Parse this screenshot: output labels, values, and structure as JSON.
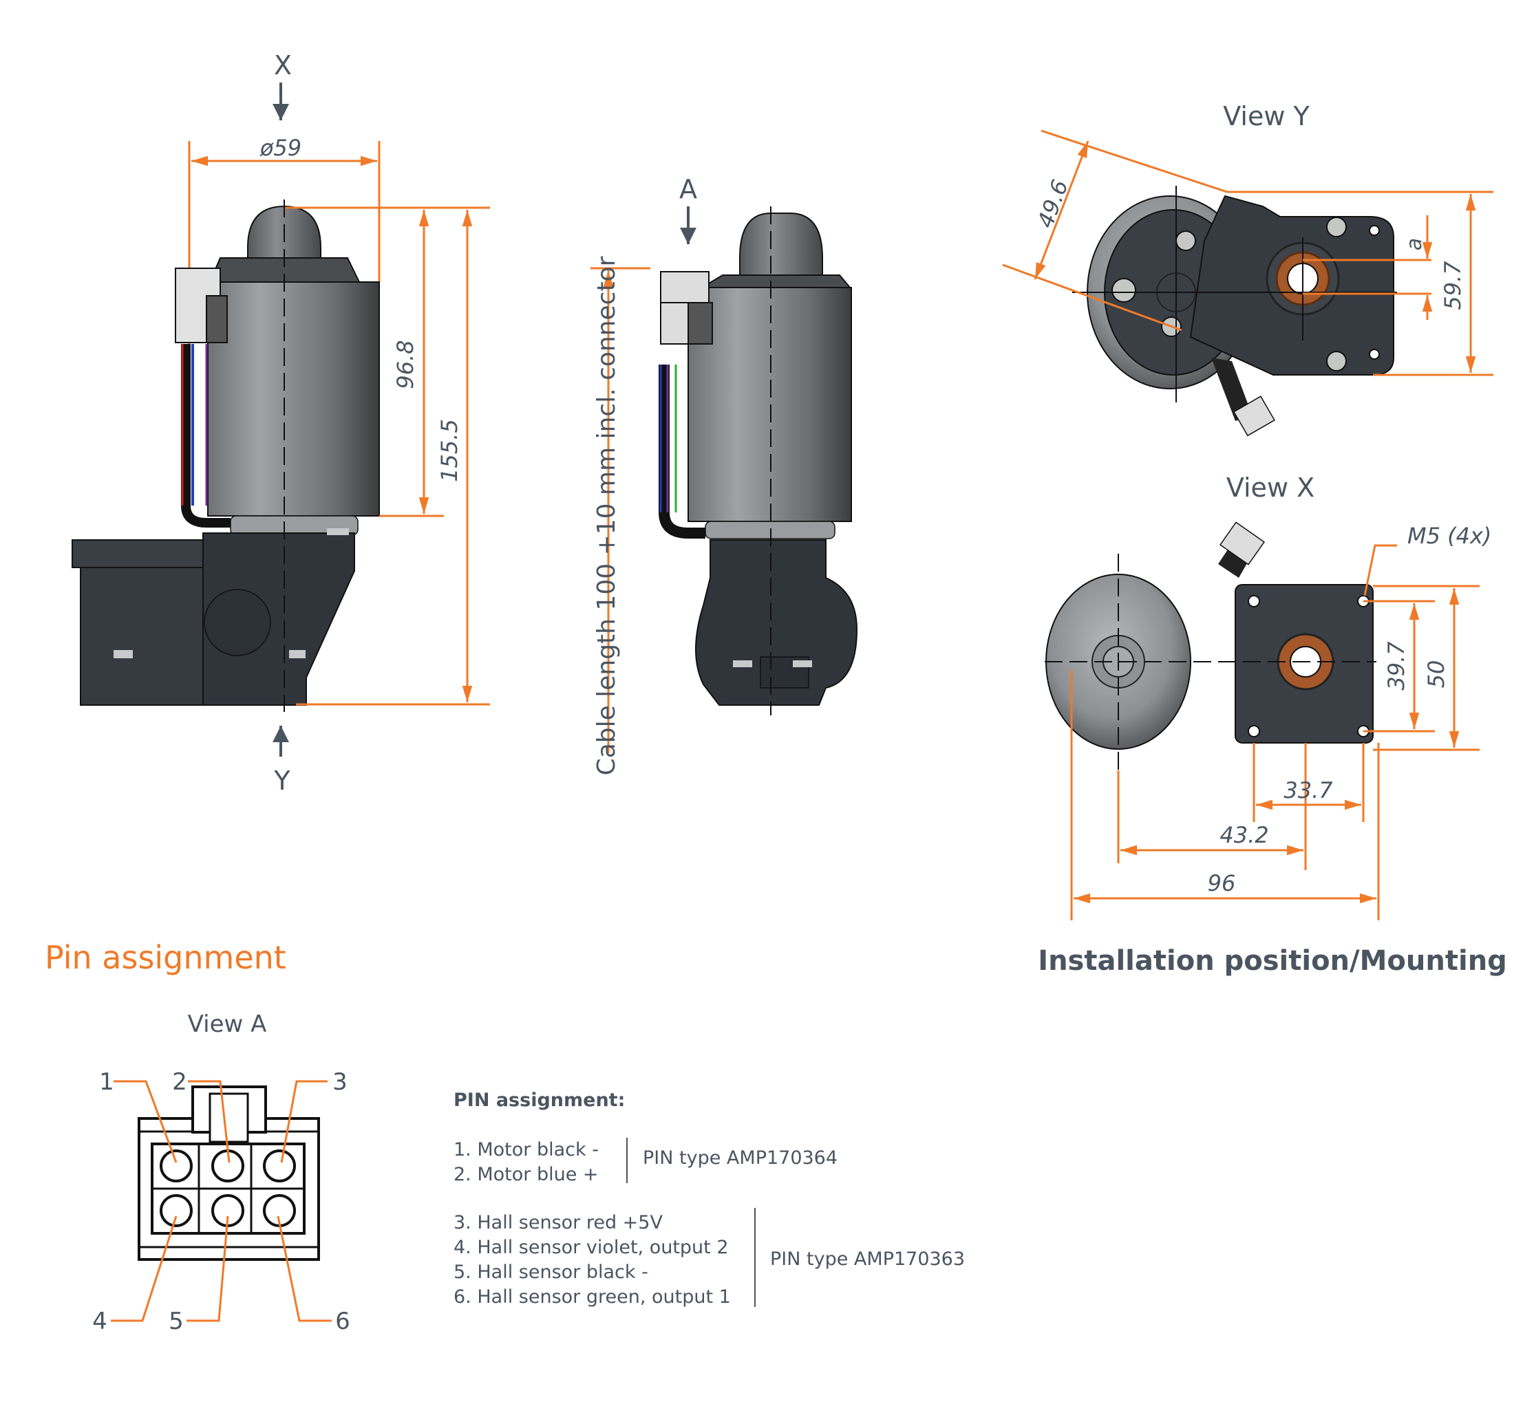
{
  "colors": {
    "accent": "#f07a28",
    "text": "#4a5560",
    "motor_body": "#8a8d90",
    "gearbox": "#3a3f46"
  },
  "side_view": {
    "arrow_top_label": "X",
    "arrow_bottom_label": "Y",
    "dim_diameter": "ø59",
    "dim_motor_height": "96.8",
    "dim_total_height": "155.5"
  },
  "front_view": {
    "arrow_label": "A",
    "cable_note": "Cable length 100 +10 mm incl. connector"
  },
  "view_y": {
    "title": "View Y",
    "dim_angle_width": "49.6",
    "dim_offset": "a",
    "dim_height": "59.7"
  },
  "view_x": {
    "title": "View X",
    "thread_note": "M5 (4x)",
    "dim_hole_spacing_v": "39.7",
    "dim_flange_height": "50",
    "dim_hole_spacing_h": "33.7",
    "dim_axis_offset": "43.2",
    "dim_total_width": "96"
  },
  "installation_title": "Installation position/Mounting",
  "pin_section": {
    "title": "Pin assignment",
    "view_label": "View A",
    "pin_numbers": [
      "1",
      "2",
      "3",
      "4",
      "5",
      "6"
    ],
    "list_title": "PIN assignment:",
    "group1": {
      "items": [
        "1. Motor black -",
        "2. Motor blue +"
      ],
      "pin_type": "PIN type AMP170364"
    },
    "group2": {
      "items": [
        "3. Hall sensor red +5V",
        "4. Hall sensor violet, output 2",
        "5. Hall sensor black -",
        "6. Hall sensor green, output 1"
      ],
      "pin_type": "PIN type AMP170363"
    }
  }
}
